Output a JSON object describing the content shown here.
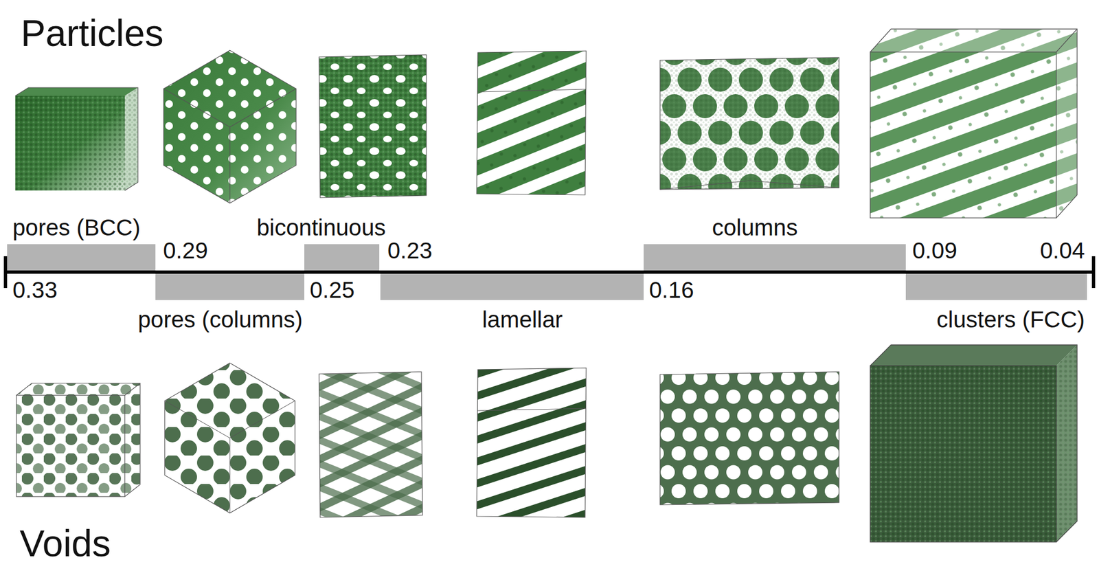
{
  "diagram": {
    "nodes": [
      {
        "text": [
          "pores (BCC)"
        ]
      },
      {
        "text": [
          "pores (columns)"
        ]
      },
      {
        "text": [
          "bicontinuous"
        ]
      },
      {
        "text": [
          "lamellar"
        ]
      },
      {
        "text": [
          "columns"
        ]
      },
      {
        "text": [
          "clusters (FCC)"
        ]
      }
    ],
    "labels": [
      "Particles",
      "0.29",
      "0.23",
      "0.09",
      "0.04",
      "0.33",
      "0.25",
      "0.16",
      "Voids"
    ]
  }
}
